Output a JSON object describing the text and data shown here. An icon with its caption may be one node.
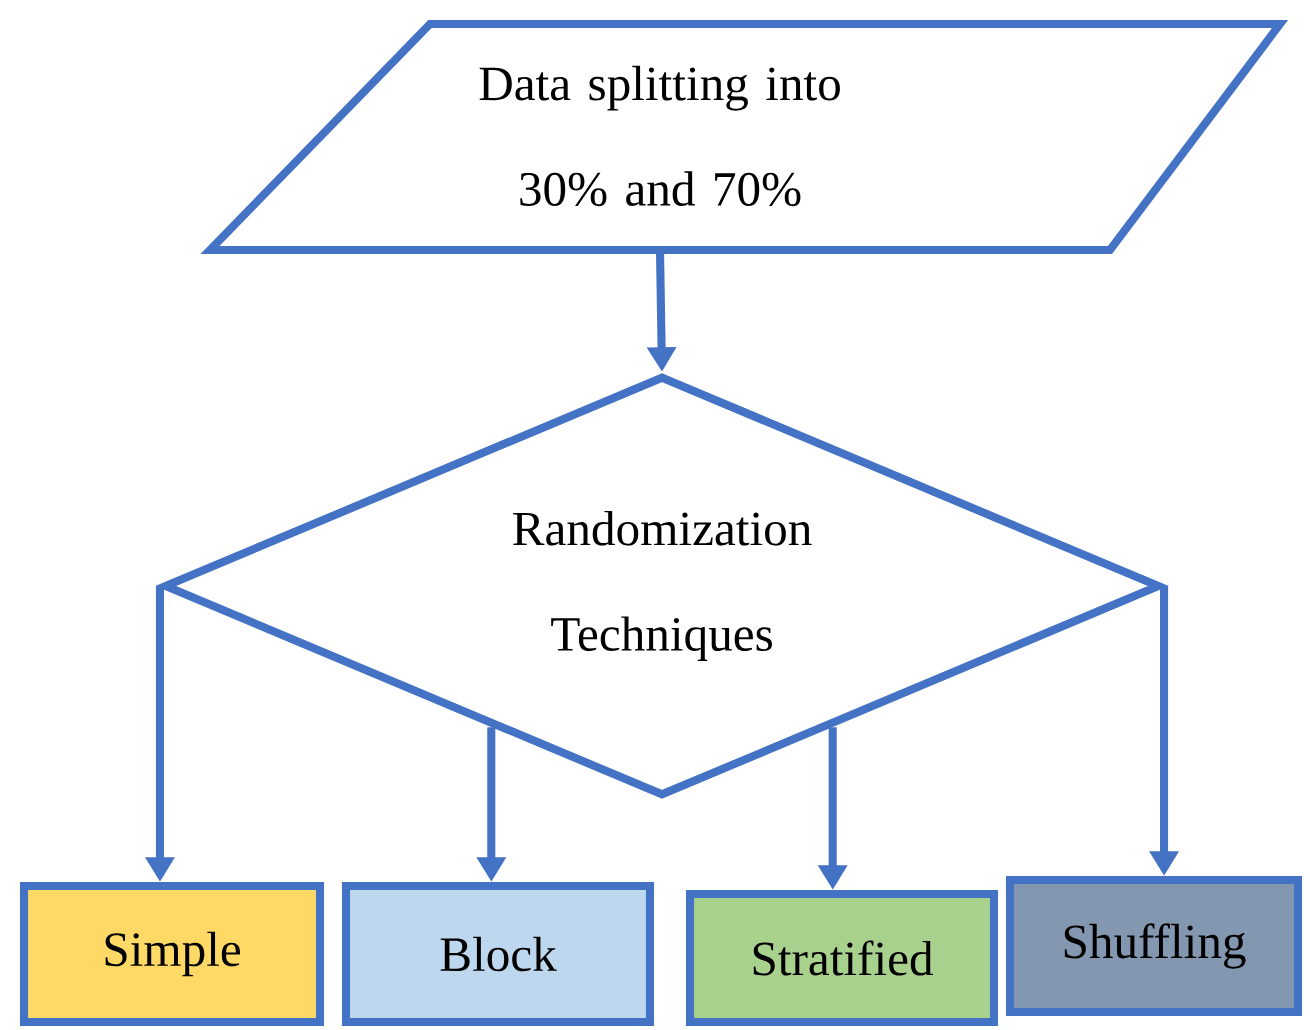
{
  "diagram": {
    "nodes": [
      {
        "text": [
          "Data splitting into 30% and 70%"
        ]
      },
      {
        "text": [
          "Randomization Techniques"
        ]
      },
      {
        "text": [
          "Simple"
        ]
      },
      {
        "text": [
          "Block"
        ]
      },
      {
        "text": [
          "Stratified"
        ]
      },
      {
        "text": [
          "Shuffling"
        ]
      }
    ],
    "edges": [
      {
        "from": 0,
        "to": 1,
        "arrow": "to"
      },
      {
        "from": 1,
        "to": 2,
        "arrow": "to"
      },
      {
        "from": 1,
        "to": 3,
        "arrow": "to"
      },
      {
        "from": 1,
        "to": 4,
        "arrow": "to"
      },
      {
        "from": 1,
        "to": 5,
        "arrow": "to"
      }
    ]
  }
}
